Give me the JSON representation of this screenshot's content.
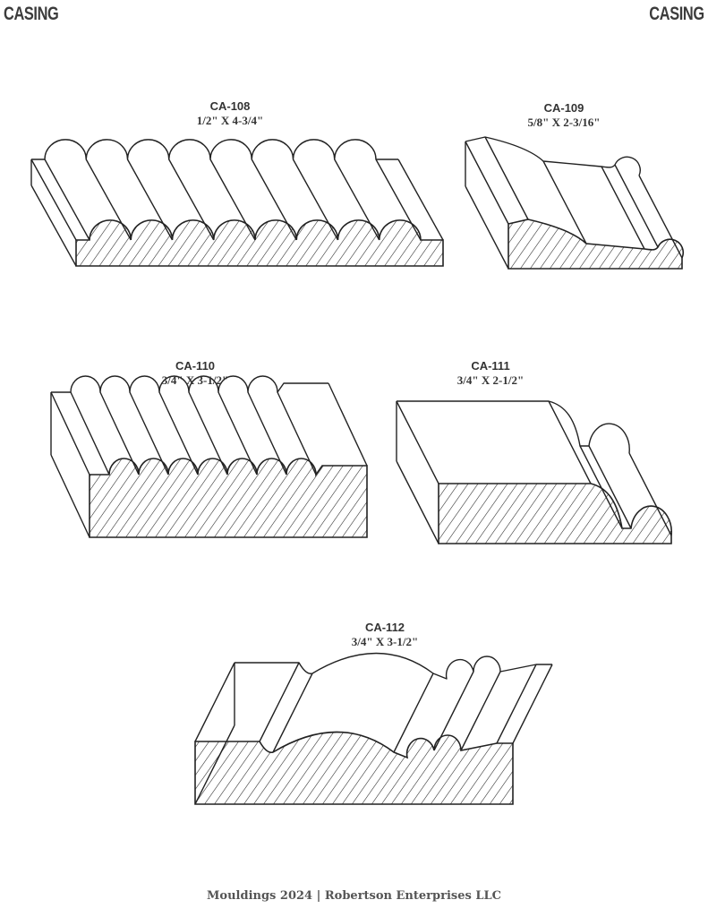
{
  "header": {
    "left": "CASING",
    "right": "CASING"
  },
  "mouldings": [
    {
      "code": "CA-108",
      "size": "1/2\" X 4-3/4\""
    },
    {
      "code": "CA-109",
      "size": "5/8\" X 2-3/16\""
    },
    {
      "code": "CA-110",
      "size": "3/4\" X 3-1/2\""
    },
    {
      "code": "CA-111",
      "size": "3/4\" X 2-1/2\""
    },
    {
      "code": "CA-112",
      "size": "3/4\" X 3-1/2\""
    }
  ],
  "footer": "Mouldings 2024 | Robertson Enterprises LLC"
}
